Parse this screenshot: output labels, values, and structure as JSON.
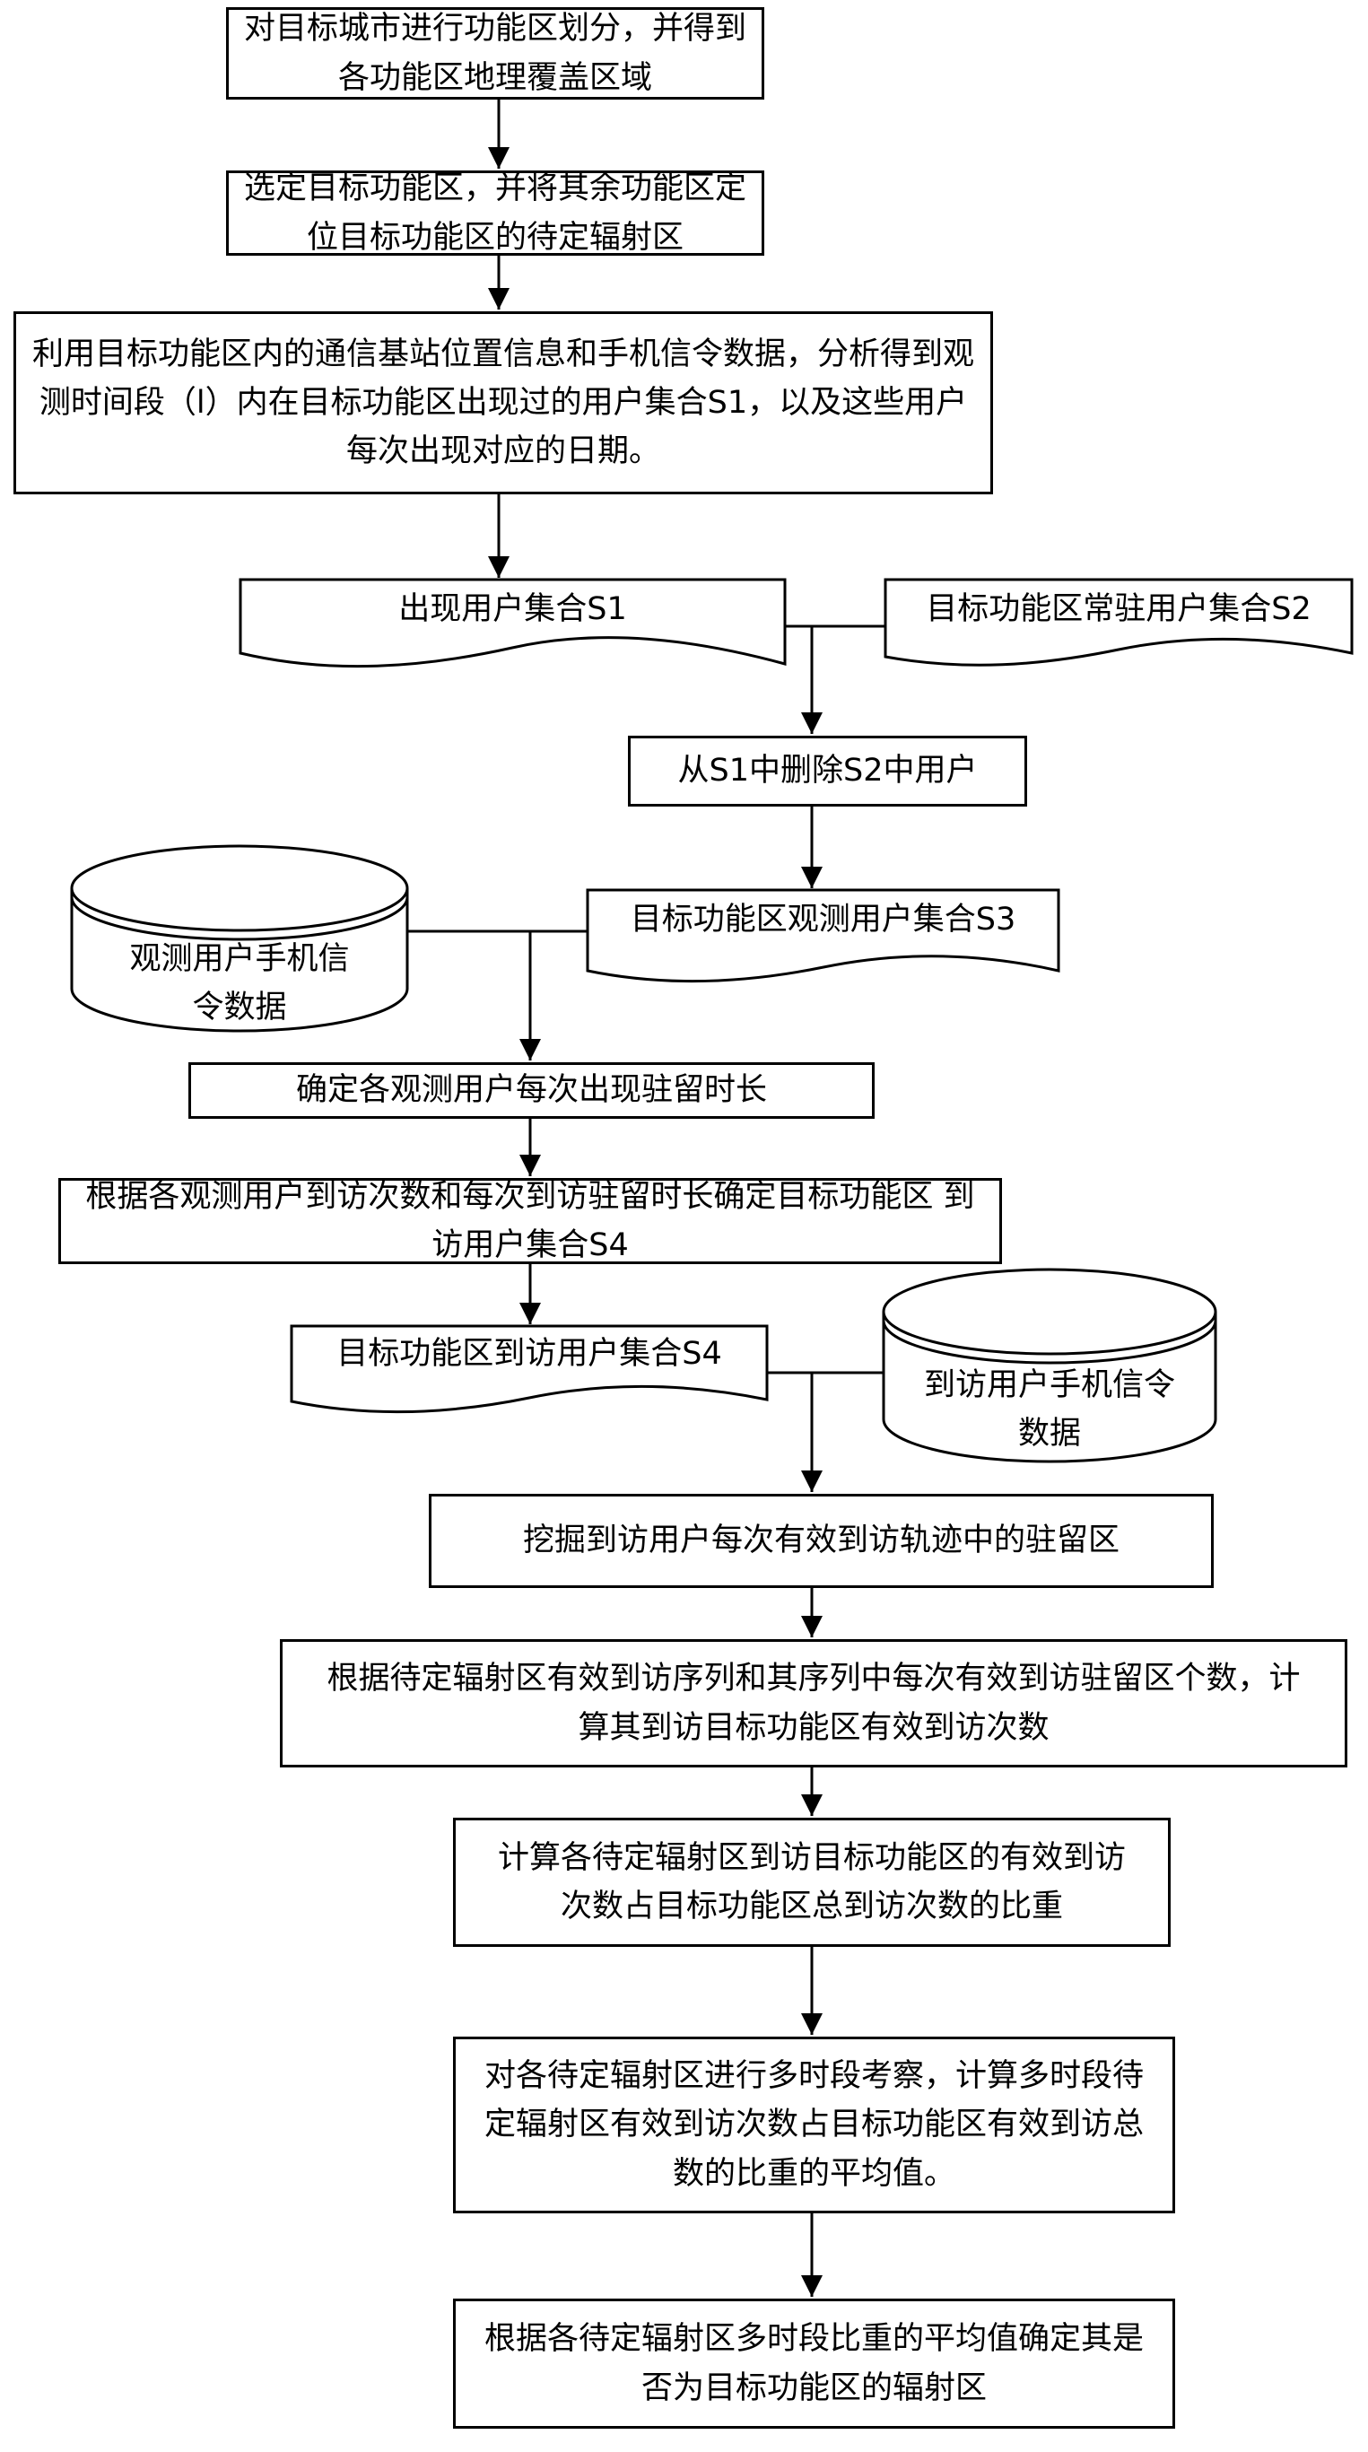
{
  "steps": {
    "s1": "对目标城市进行功能区划分，并得到各功能区地理覆盖区域",
    "s2": "选定目标功能区，并将其余功能区定位目标功能区的待定辐射区",
    "s3": "利用目标功能区内的通信基站位置信息和手机信令数据，分析得到观测时间段（l）内在目标功能区出现过的用户集合S1，以及这些用户每次出现对应的日期。",
    "doc_s1": "出现用户集合S1",
    "doc_s2": "目标功能区常驻用户集合S2",
    "s4": "从S1中删除S2中用户",
    "db1": "观测用户手机信令数据",
    "doc_s3": "目标功能区观测用户集合S3",
    "s5": "确定各观测用户每次出现驻留时长",
    "s6": "根据各观测用户到访次数和每次到访驻留时长确定目标功能区 到访用户集合S4",
    "doc_s4": "目标功能区到访用户集合S4",
    "db2": "到访用户手机信令数据",
    "s7": "挖掘到访用户每次有效到访轨迹中的驻留区",
    "s8": "根据待定辐射区有效到访序列和其序列中每次有效到访驻留区个数，计算其到访目标功能区有效到访次数",
    "s9": "计算各待定辐射区到访目标功能区的有效到访次数占目标功能区总到访次数的比重",
    "s10": "对各待定辐射区进行多时段考察，计算多时段待定辐射区有效到访次数占目标功能区有效到访总数的比重的平均值。",
    "s11": "根据各待定辐射区多时段比重的平均值确定其是否为目标功能区的辐射区"
  }
}
